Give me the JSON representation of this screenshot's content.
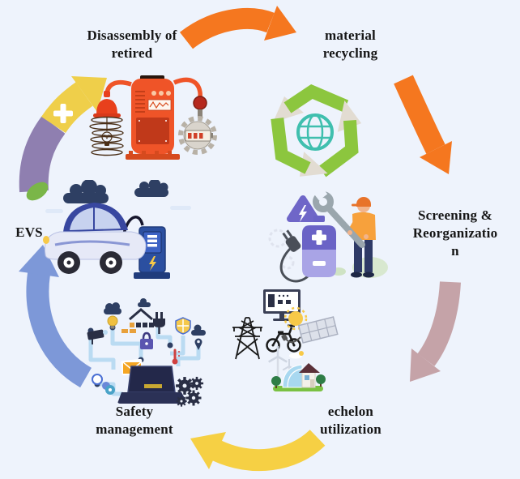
{
  "figure_description": "Closed-loop life cycle diagram of retired EV power batteries",
  "palette": {
    "background": "#eef3fc",
    "text": "#161616",
    "machine_red": "#ef5428",
    "recycle_green": "#8cc63e",
    "recycle_shadow": "#e2dcd2",
    "globe_teal": "#3fbfae",
    "battery_purple": "#6a63c6",
    "battery_purple_light": "#a9a4e6"
  },
  "nodes": {
    "disassembly": {
      "lines": [
        "Disassembly of",
        "retired"
      ]
    },
    "material_recycling": {
      "lines": [
        "material",
        "recycling"
      ]
    },
    "screening": {
      "lines": [
        "Screening &",
        "Reorganizatio",
        "n"
      ]
    },
    "echelon": {
      "lines": [
        "echelon",
        "utilization"
      ]
    },
    "safety": {
      "lines": [
        "Safety",
        "management"
      ]
    },
    "evs": {
      "lines": [
        "EVS"
      ]
    }
  },
  "arrows": {
    "disassembly_to_material": {
      "color": "#f5771f"
    },
    "material_to_screening": {
      "color": "#f5771f"
    },
    "screening_to_echelon": {
      "color": "#c5a3a8"
    },
    "echelon_to_safety": {
      "color": "#f6d044"
    },
    "safety_to_evs": {
      "color": "#7d98d8"
    },
    "evs_to_disassembly": {
      "yellow": "#efcf4a",
      "purple": "#8f7fb0",
      "leaf": "#7ab648"
    }
  },
  "icons": {
    "disassembly": [
      "disassembly-machine-icon",
      "heat-lamp-coil-icon",
      "saw-blade-battery-icon"
    ],
    "material_recycling": [
      "recycling-arrows-icon",
      "globe-icon"
    ],
    "screening": [
      "warning-triangle-icon",
      "battery-icon",
      "power-plug-icon",
      "technician-wrench-icon"
    ],
    "echelon": [
      "monitor-icon",
      "power-pylon-icon",
      "electric-scooter-icon",
      "sun-icon",
      "solar-panel-icon",
      "wind-turbine-icon",
      "eco-house-icon"
    ],
    "safety": [
      "security-camera-icon",
      "lightbulb-cloud-icon",
      "smart-home-icon",
      "plug-icon",
      "shield-icon",
      "cloud-pin-icon",
      "padlock-icon",
      "thermometer-icon",
      "mail-icon",
      "laptop-icon",
      "gears-icon"
    ],
    "evs": [
      "electric-car-icon",
      "charging-station-icon",
      "cloud-icon"
    ]
  }
}
